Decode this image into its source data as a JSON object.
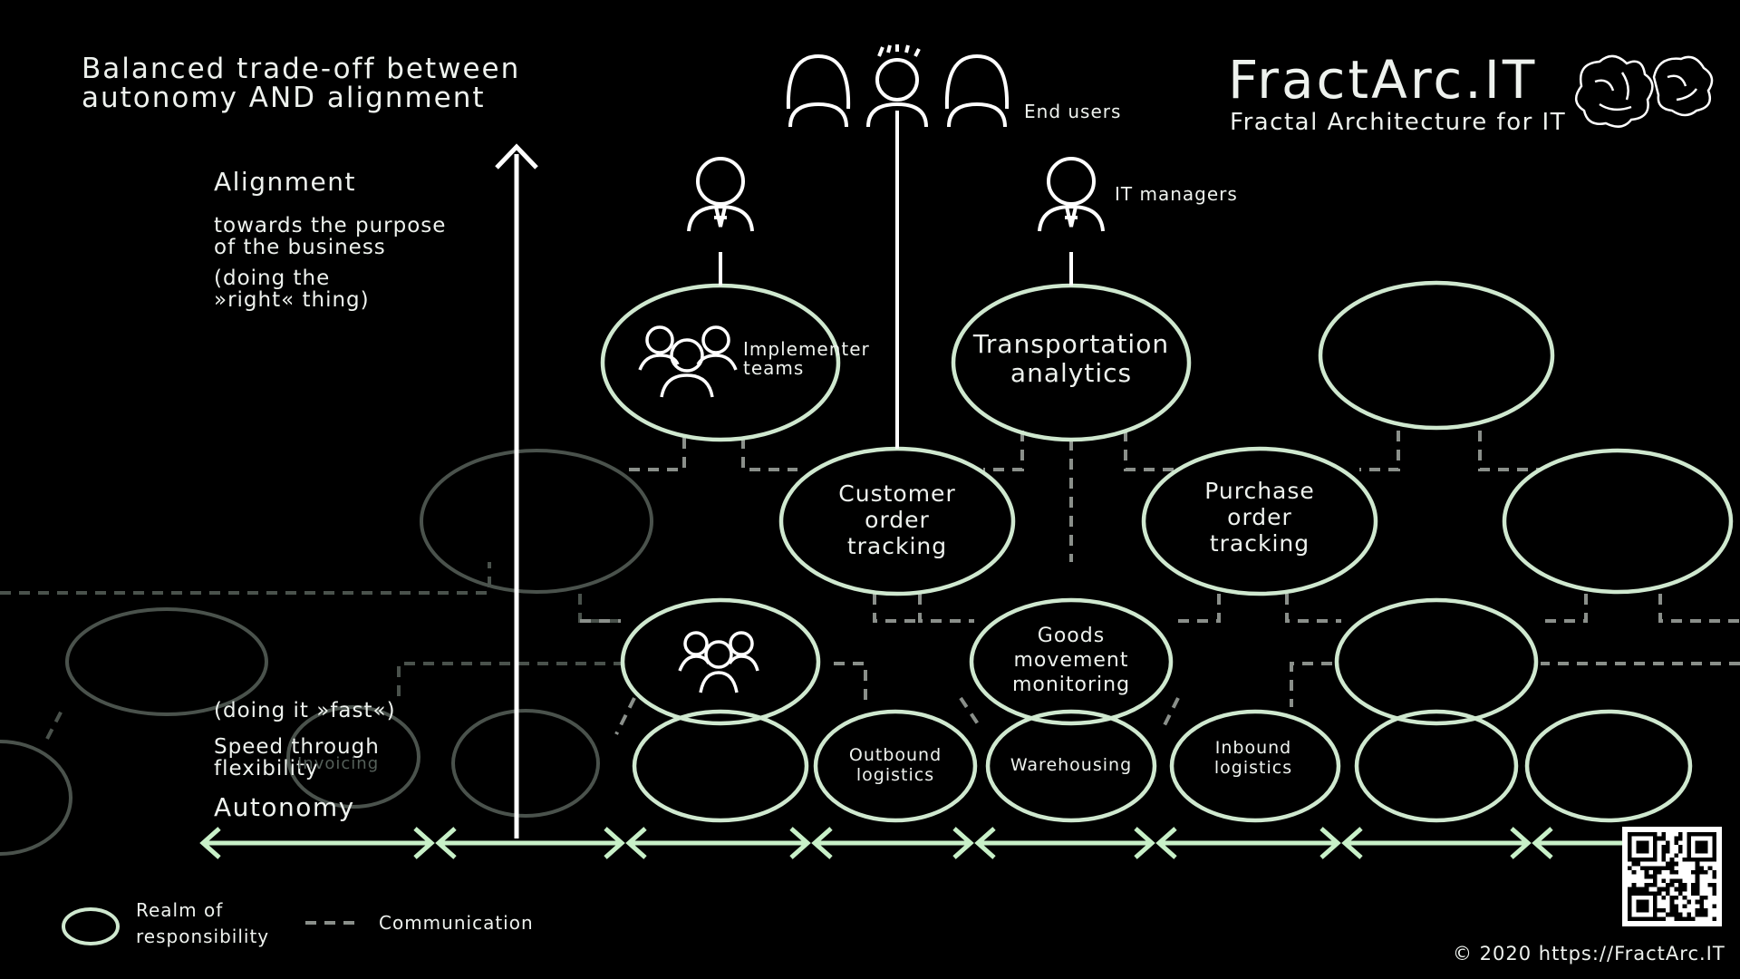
{
  "title": {
    "line1": "Balanced trade-off between",
    "line2": "autonomy AND alignment"
  },
  "brand": {
    "name": "FractArc.IT",
    "tagline": "Fractal Architecture for IT"
  },
  "axis": {
    "alignment_label": "Alignment",
    "alignment_desc_1": "towards the purpose",
    "alignment_desc_2": "of the business",
    "alignment_desc_3": "(doing the",
    "alignment_desc_4": "»right« thing)",
    "autonomy_label": "Autonomy",
    "autonomy_desc_1": "(doing it »fast«)",
    "autonomy_desc_2": "Speed through",
    "autonomy_desc_3": "flexibility"
  },
  "roles": {
    "end_users": "End users",
    "it_managers": "IT managers",
    "implementer_teams_1": "Implementer",
    "implementer_teams_2": "teams"
  },
  "nodes": {
    "transportation_1": "Transportation",
    "transportation_2": "analytics",
    "customer_1": "Customer",
    "customer_2": "order",
    "customer_3": "tracking",
    "purchase_1": "Purchase",
    "purchase_2": "order",
    "purchase_3": "tracking",
    "goods_1": "Goods",
    "goods_2": "movement",
    "goods_3": "monitoring",
    "outbound_1": "Outbound",
    "outbound_2": "logistics",
    "warehousing": "Warehousing",
    "inbound_1": "Inbound",
    "inbound_2": "logistics",
    "invoicing_ghost": "Invoicing"
  },
  "legend": {
    "realm_1": "Realm of",
    "realm_2": "responsibility",
    "communication": "Communication"
  },
  "footer": {
    "copyright": "© 2020 https://FractArc.IT"
  },
  "colors": {
    "background": "#000000",
    "stroke": "#cfe8cf",
    "arrow": "#c8f0c8",
    "dashed": "#8a8f8a",
    "ghost": "#4a524c",
    "text": "#eef2ee"
  },
  "icons": {
    "end_users": "people-icon",
    "it_managers": "manager-icon",
    "implementer": "team-icon",
    "brand": "brain-icon",
    "qr": "qr-code-icon"
  }
}
